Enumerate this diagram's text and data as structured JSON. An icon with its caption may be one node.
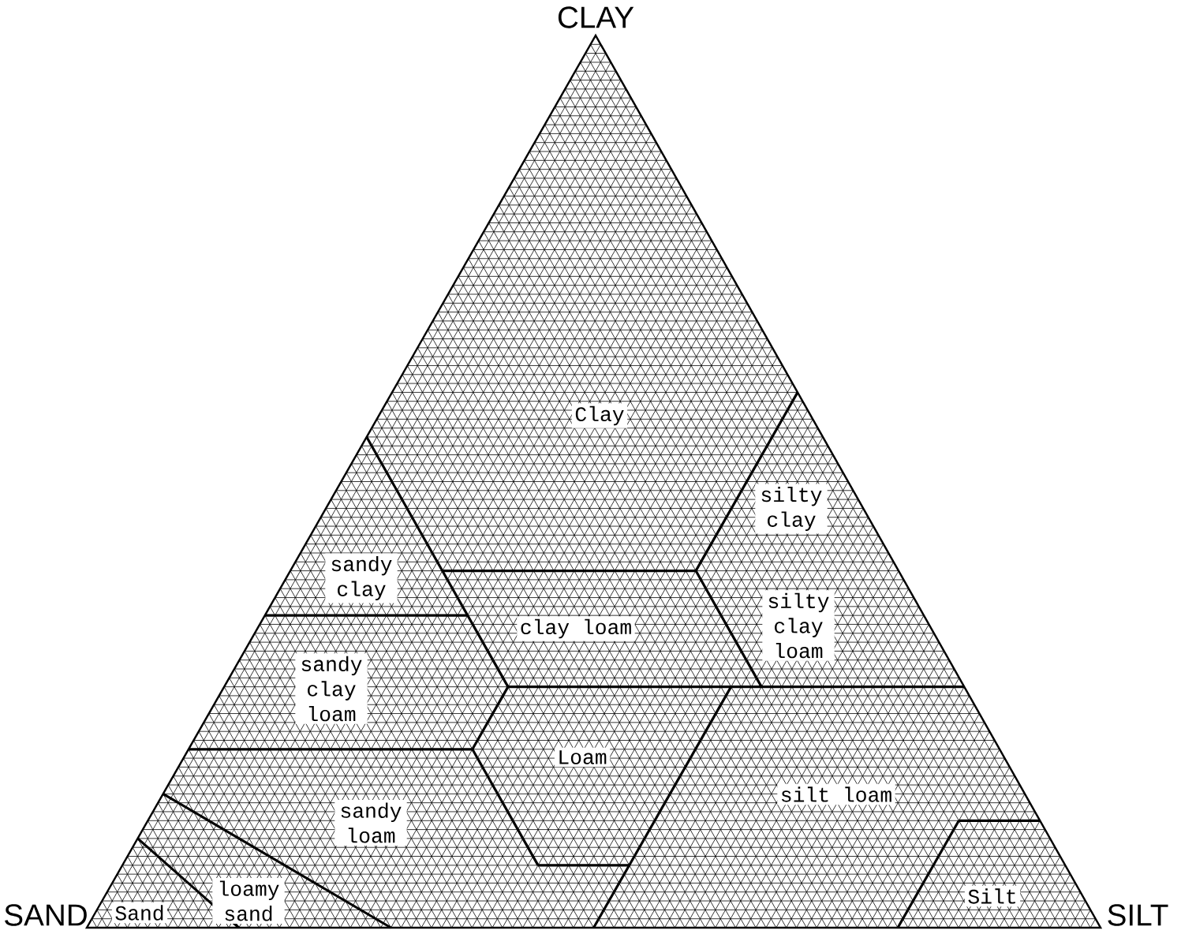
{
  "diagram": {
    "labels": [
      "CLAY",
      "Clay",
      "silty clay",
      "sandy clay",
      "clay loam",
      "silty clay loam",
      "sandy clay loam",
      "Loam",
      "silt loam",
      "sandy loam",
      "loamy sand",
      "Sand",
      "SAND",
      "Silt",
      "SILT"
    ]
  }
}
